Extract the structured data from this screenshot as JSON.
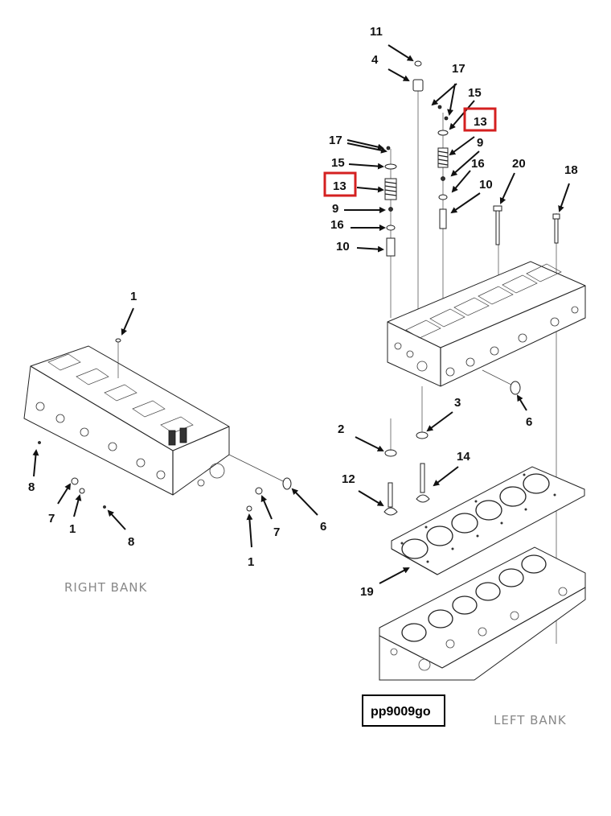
{
  "callouts": {
    "c11": "11",
    "c4": "4",
    "c17a": "17",
    "c15a": "15",
    "c13a": "13",
    "c9a": "9",
    "c16a": "16",
    "c10a": "10",
    "c20": "20",
    "c18": "18",
    "c17b": "17",
    "c15b": "15",
    "c13b": "13",
    "c9b": "9",
    "c16b": "16",
    "c10b": "10",
    "c1a": "1",
    "c8a": "8",
    "c7a": "7",
    "c1b": "1",
    "c8b": "8",
    "c7b": "7",
    "c6a": "6",
    "c1c": "1",
    "c6b": "6",
    "c2": "2",
    "c3": "3",
    "c14": "14",
    "c12": "12",
    "c19": "19"
  },
  "labels": {
    "right_bank": "RIGHT BANK",
    "left_bank": "LEFT BANK",
    "reference": "pp9009go"
  },
  "colors": {
    "highlight": "#d42020",
    "line": "#222222",
    "bank_text": "#888888"
  }
}
